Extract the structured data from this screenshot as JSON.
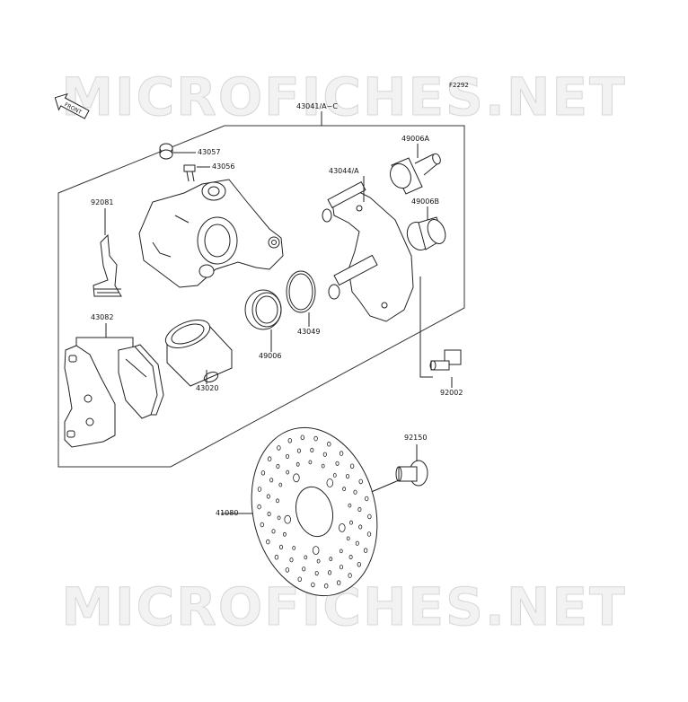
{
  "watermark_text": "MICROFICHES.NET",
  "figure_code": "F2292",
  "front_label": "FRONT",
  "part_labels": {
    "p43041": "43041/A~C",
    "p43057": "43057",
    "p43056": "43056",
    "p49006a": "49006A",
    "p43044": "43044/A",
    "p49006b": "49006B",
    "p92081": "92081",
    "p43082": "43082",
    "p43049": "43049",
    "p49006": "49006",
    "p43020": "43020",
    "p92002": "92002",
    "p92150": "92150",
    "p41080": "41080"
  }
}
